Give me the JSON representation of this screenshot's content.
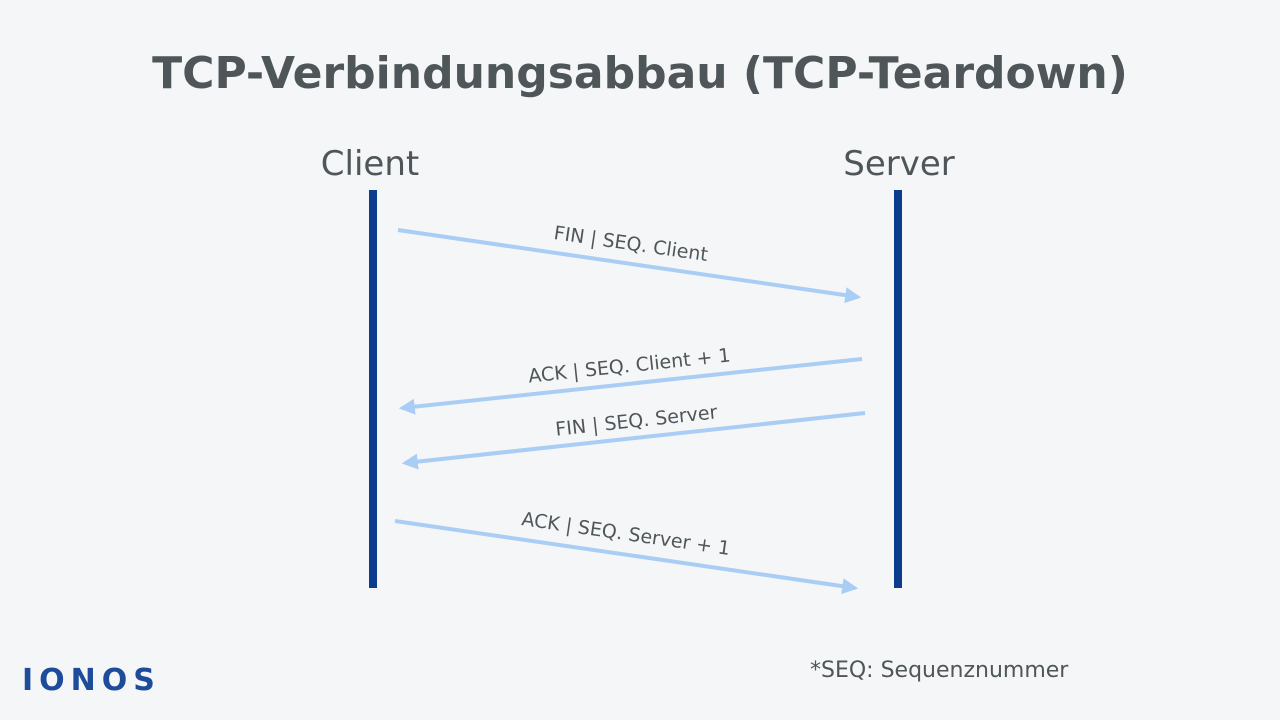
{
  "title": "TCP-Verbindungsabbau (TCP-Teardown)",
  "client_label": "Client",
  "server_label": "Server",
  "messages": [
    {
      "label": "FIN | SEQ. Client",
      "direction": "client-to-server"
    },
    {
      "label": "ACK | SEQ. Client + 1",
      "direction": "server-to-client"
    },
    {
      "label": "FIN | SEQ. Server",
      "direction": "server-to-client"
    },
    {
      "label": "ACK | SEQ. Server + 1",
      "direction": "client-to-server"
    }
  ],
  "footnote": "*SEQ: Sequenznummer",
  "logo": "IONOS",
  "colors": {
    "background": "#f5f6f7",
    "lifeline": "#0b3d8c",
    "arrow": "#a9cdf5",
    "text": "#4f5659",
    "logo": "#1d4c9b"
  }
}
